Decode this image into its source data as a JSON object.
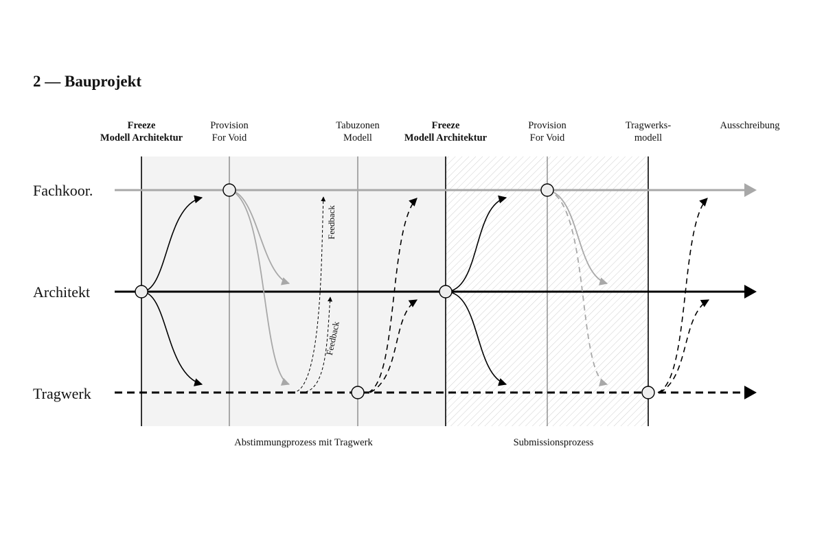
{
  "title": "2 — Bauprojekt",
  "milestones": [
    {
      "line1": "Freeze",
      "line2": "Modell Architektur",
      "bold": true
    },
    {
      "line1": "Provision",
      "line2": "For Void",
      "bold": false
    },
    {
      "line1": "Tabuzonen",
      "line2": "Modell",
      "bold": false
    },
    {
      "line1": "Freeze",
      "line2": "Modell Architektur",
      "bold": true
    },
    {
      "line1": "Provision",
      "line2": "For Void",
      "bold": false
    },
    {
      "line1": "Tragwerks-",
      "line2": "modell",
      "bold": false
    },
    {
      "line1": "Ausschreibung",
      "line2": "",
      "bold": false
    }
  ],
  "lanes": [
    {
      "label": "Fachkoor.",
      "color": "#a8a8a8",
      "style": "solid"
    },
    {
      "label": "Architekt",
      "color": "#000000",
      "style": "solid"
    },
    {
      "label": "Tragwerk",
      "color": "#000000",
      "style": "dashed"
    }
  ],
  "phases": [
    {
      "label": "Abstimmungprozess mit Tragwerk"
    },
    {
      "label": "Submissionsprozess"
    }
  ],
  "feedback_labels": [
    "Feedback",
    "Feedback"
  ],
  "colors": {
    "phase_fill": "#f3f3f3",
    "hatch": "#cfcfcf",
    "grey": "#a8a8a8",
    "black": "#000000"
  }
}
